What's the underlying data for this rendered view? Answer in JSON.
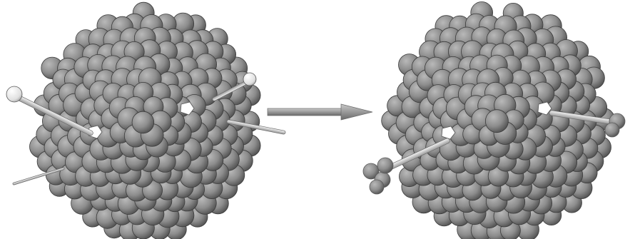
{
  "figure": {
    "panels": [
      {
        "state": "before",
        "cluster": "sphere-packed-cluster",
        "adsorbates": [
          {
            "kind": "single-atom-with-stick",
            "tip": "white"
          },
          {
            "kind": "stick-entering-pore",
            "tip": "none"
          },
          {
            "kind": "single-atom-with-stick",
            "tip": "white"
          },
          {
            "kind": "thin-stick",
            "tip": "none"
          }
        ],
        "pore_count": 2
      },
      {
        "state": "after",
        "cluster": "sphere-packed-cluster",
        "adsorbates": [
          {
            "kind": "four-sphere-tetrahedral-molecule-with-stick",
            "tip": "grey"
          },
          {
            "kind": "stick-exiting-pore",
            "tip": "grey"
          }
        ],
        "pore_count": 2
      }
    ],
    "transition_arrow": {
      "direction": "right"
    }
  },
  "colors": {
    "background": "#ffffff",
    "sphere_light": "#b9b9b9",
    "sphere_mid": "#8d8d8d",
    "sphere_dark": "#4d4d4d",
    "sphere_outline": "#3b3b3b",
    "pore": "#ffffff",
    "arrow_light": "#c8c8c8",
    "arrow_dark": "#6a6a6a",
    "stick_light": "#f4f4f4",
    "stick_dark": "#9a9a9a"
  }
}
